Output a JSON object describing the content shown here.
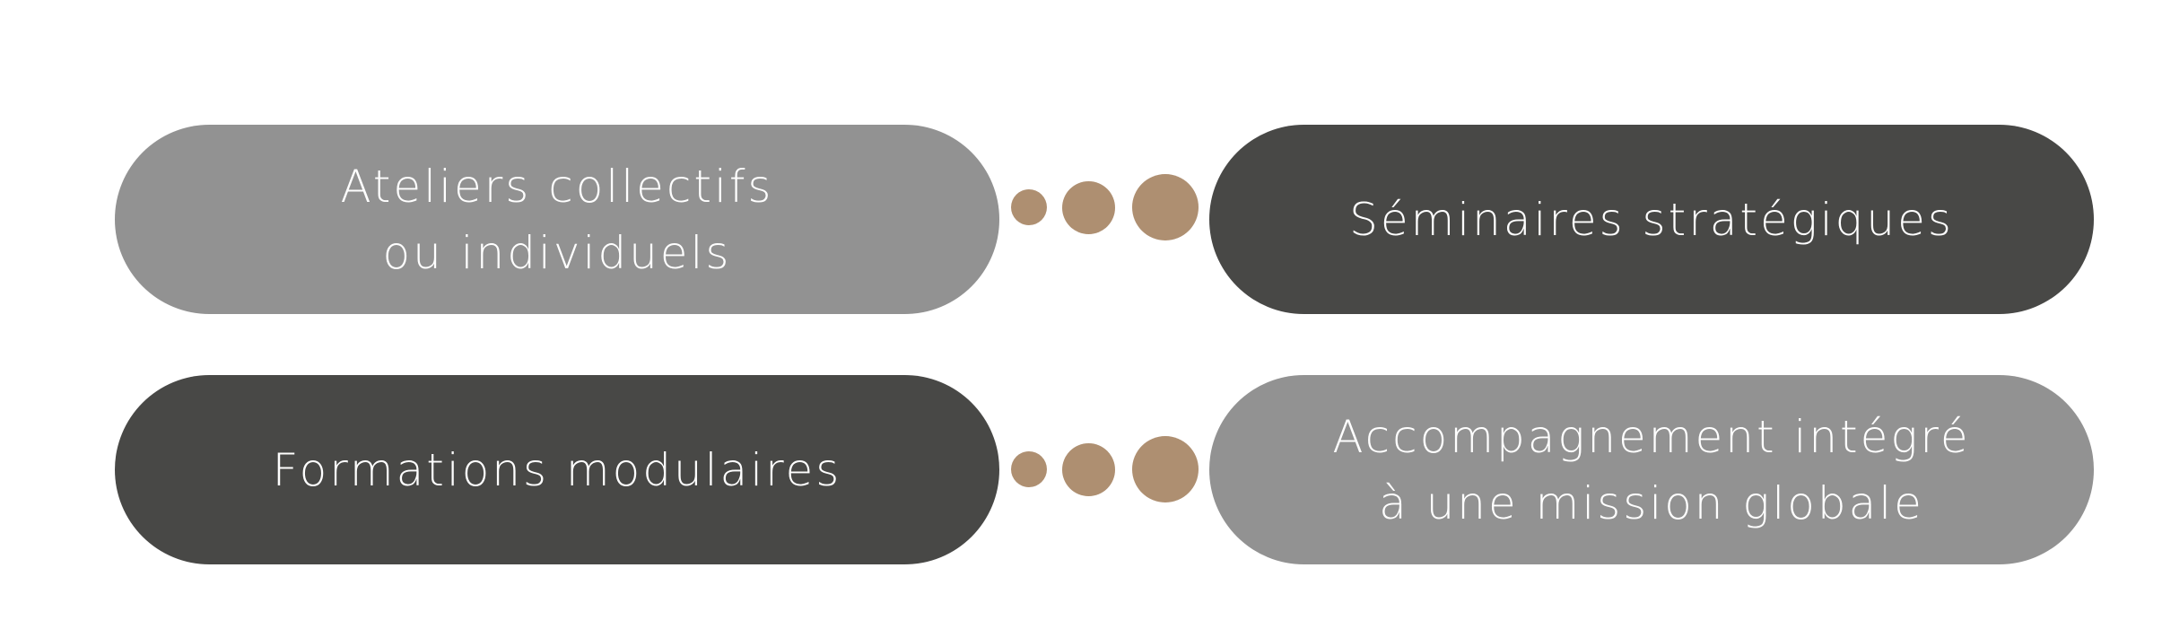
{
  "colors": {
    "light_pill": "#929292",
    "dark_pill": "#484846",
    "dots": "#ae8f71",
    "text": "#ffffff"
  },
  "items": [
    {
      "line1": "Ateliers collectifs",
      "line2": "ou individuels"
    },
    {
      "line1": "Séminaires stratégiques"
    },
    {
      "line1": "Formations modulaires"
    },
    {
      "line1": "Accompagnement intégré",
      "line2": "à une mission globale"
    }
  ]
}
